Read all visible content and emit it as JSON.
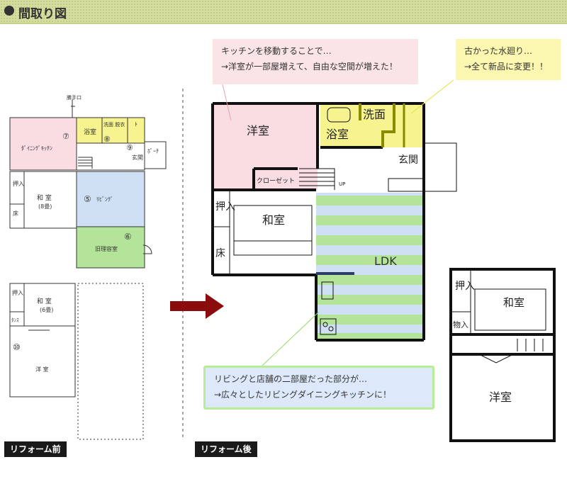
{
  "header": {
    "title": "間取り図"
  },
  "before": {
    "dining_kitchen": "ﾀﾞｲﾆﾝｸﾞｷｯﾁﾝ",
    "dining_no": "⑦",
    "bath": "浴室",
    "washroom": "洗面 脱衣",
    "toilet": "ﾄ",
    "bath_no": "⑧",
    "entrance_no": "⑨",
    "entrance": "玄関",
    "porch": "ﾎﾟｰﾁ",
    "stairs": "勝手口",
    "oshiire": "押入",
    "washitsu": "和 室",
    "washitsu_size": "(8畳)",
    "toko": "床",
    "living": "ﾘﾋﾞﾝｸﾞ",
    "living_no": "⑤",
    "shop": "旧理容室",
    "shop_no": "⑥",
    "up_oshiire": "押入",
    "up_washitsu": "和 室",
    "up_washitsu_size": "(6畳)",
    "tansu": "ﾀﾝｽ",
    "yoshitsu_no": "⑩",
    "yoshitsu": "洋 室"
  },
  "after": {
    "yoshitsu": "洋室",
    "bath": "浴室",
    "washroom": "洗面",
    "entrance": "玄関",
    "closet": "クローゼット",
    "up": "UP",
    "oshiire": "押入",
    "washitsu": "和室",
    "toko": "床",
    "ldk": "LDK",
    "up_oshiire": "押入",
    "up_washitsu": "和室",
    "storage": "物入",
    "up_yoshitsu": "洋室"
  },
  "callouts": {
    "kitchen_1": "キッチンを移動することで…",
    "kitchen_2": "→洋室が一部屋増えて、自由な空間が増えた！",
    "water_1": "古かった水廻り…",
    "water_2": "→全て新品に変更！！",
    "living_1": "リビングと店舗の二部屋だった部分が…",
    "living_2": "→広々としたリビングダイニングキッチンに！"
  },
  "labels": {
    "before": "リフォーム前",
    "after": "リフォーム後"
  },
  "colors": {
    "pink": "#f9dde3",
    "yellow": "#f7f48f",
    "blue": "#cfe0f5",
    "green": "#b4e49a",
    "arrow": "#8b0c0c"
  }
}
